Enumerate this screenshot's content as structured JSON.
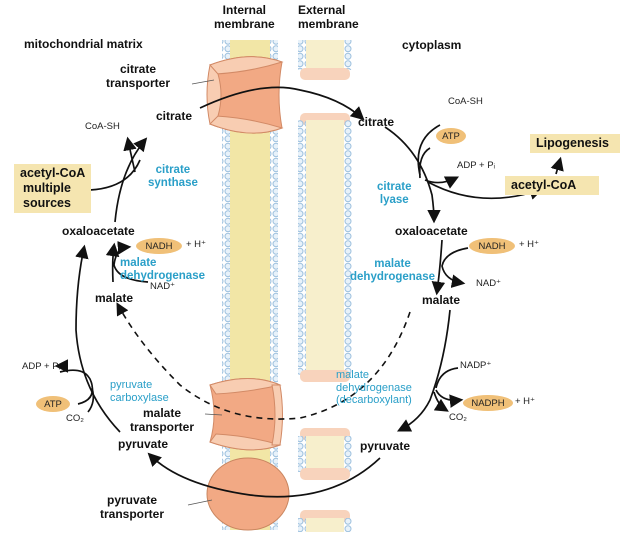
{
  "regions": {
    "internal_membrane": [
      "Internal",
      "membrane"
    ],
    "external_membrane": [
      "External",
      "membrane"
    ],
    "matrix": "mitochondrial matrix",
    "cytoplasm": "cytoplasm"
  },
  "transporters": {
    "citrate": [
      "citrate",
      "transporter"
    ],
    "malate": [
      "malate",
      "transporter"
    ],
    "pyruvate": [
      "pyruvate",
      "transporter"
    ]
  },
  "matrix_side": {
    "citrate": "citrate",
    "coa_sh": "CoA-SH",
    "acetyl_coa_box": [
      "acetyl-CoA",
      "multiple",
      "sources"
    ],
    "citrate_synthase": [
      "citrate",
      "synthase"
    ],
    "oxaloacetate": "oxaloacetate",
    "nadh": "NADH",
    "h_plus": "+ H⁺",
    "malate_dh": [
      "malate",
      "dehydrogenase"
    ],
    "nad": "NAD⁺",
    "malate": "malate",
    "adp_pi": "ADP + Pᵢ",
    "atp": "ATP",
    "co2": "CO₂",
    "pyruvate_carboxylase": [
      "pyruvate",
      "carboxylase"
    ],
    "pyruvate": "pyruvate"
  },
  "cytoplasm_side": {
    "citrate": "citrate",
    "coa_sh": "CoA-SH",
    "atp": "ATP",
    "adp_pi": "ADP + Pᵢ",
    "lipogenesis": "Lipogenesis",
    "acetyl_coa": "acetyl-CoA",
    "citrate_lyase": [
      "citrate",
      "lyase"
    ],
    "oxaloacetate": "oxaloacetate",
    "nadh": "NADH",
    "h_plus": "+ H⁺",
    "malate_dh": [
      "malate",
      "dehydrogenase"
    ],
    "nad": "NAD⁺",
    "malate": "malate",
    "nadp": "NADP⁺",
    "nadph": "NADPH",
    "h_plus_2": "+ H⁺",
    "co2": "CO₂",
    "malic_enzyme": [
      "malate",
      "dehydrogenase",
      "(decarboxylant)"
    ],
    "pyruvate": "pyruvate"
  },
  "colors": {
    "enzyme_text": "#2a9fc8",
    "cofactor_oval": "#f0c078",
    "product_box": "#f5e5b0",
    "transporter": "#f3b08a",
    "membrane_core": "#f2e6a6",
    "lipid_head": "#b8d4ea"
  }
}
